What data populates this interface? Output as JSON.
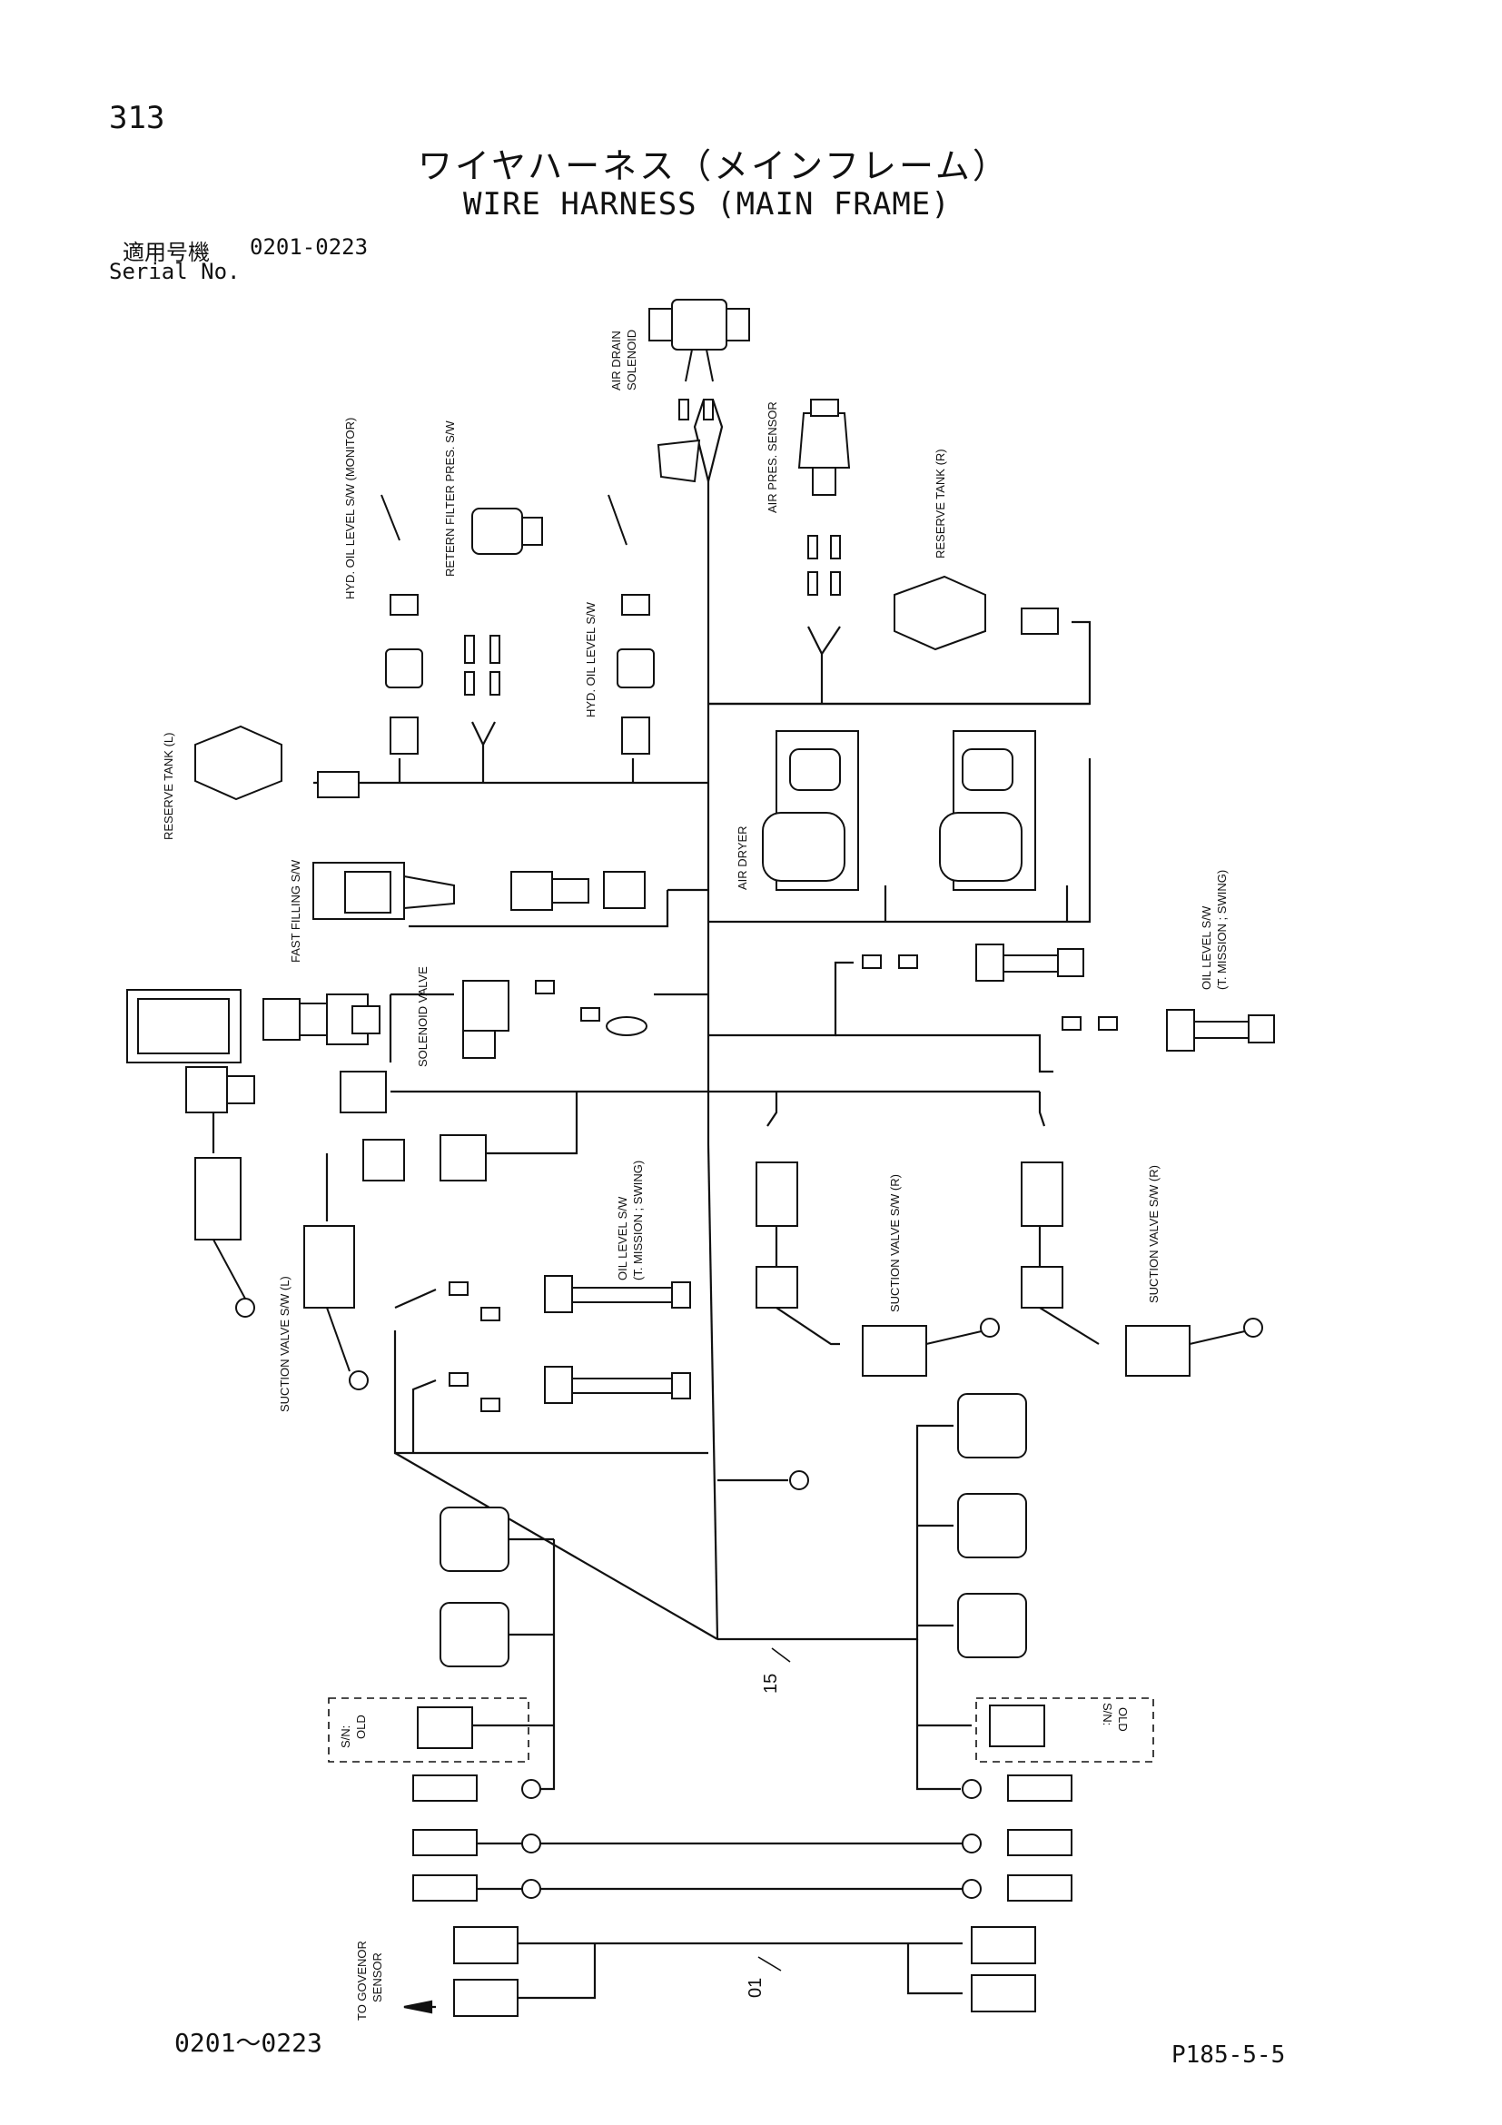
{
  "header": {
    "page_number": "313",
    "title_jp": "ワイヤハーネス（メインフレーム）",
    "title_en": "WIRE HARNESS (MAIN FRAME)",
    "serial_label_jp": "適用号機",
    "serial_range": "0201-0223",
    "serial_label_en": "Serial No."
  },
  "footer": {
    "serial_range": "0201～0223",
    "page_code": "P185-5-5"
  },
  "labels": {
    "air_drain": "AIR DRAIN",
    "solenoid": "SOLENOID",
    "air_pres_sensor": "AIR PRES. SENSOR",
    "reserve_tank_r": "RESERVE TANK (R)",
    "hyd_oil_level_monitor": "HYD. OIL LEVEL S/W (MONITOR)",
    "retern_filter": "RETERN FILTER PRES. S/W",
    "hyd_oil_level": "HYD. OIL LEVEL S/W",
    "reserve_tank_l": "RESERVE TANK (L)",
    "air_dryer": "AIR DRYER",
    "fast_filling": "FAST FILLING S/W",
    "solenoid_valve": "SOLENOID VALVE",
    "oil_level_1": "OIL LEVEL S/W",
    "tmission_1": "(T. MISSION ; SWING)",
    "oil_level_2": "OIL LEVEL S/W",
    "tmission_2": "(T. MISSION ; SWING)",
    "suction_r1": "SUCTION VALVE S/W (R)",
    "suction_r2": "SUCTION VALVE S/W (R)",
    "suction_l": "SUCTION VALVE S/W (L)",
    "sn_label": "S/N:",
    "old_label": "OLD",
    "sn_label_2": "S/N:",
    "old_label_2": "OLD",
    "item_15": "15",
    "item_01": "01",
    "to_governor": "TO GOVENOR",
    "sensor": "SENSOR"
  }
}
